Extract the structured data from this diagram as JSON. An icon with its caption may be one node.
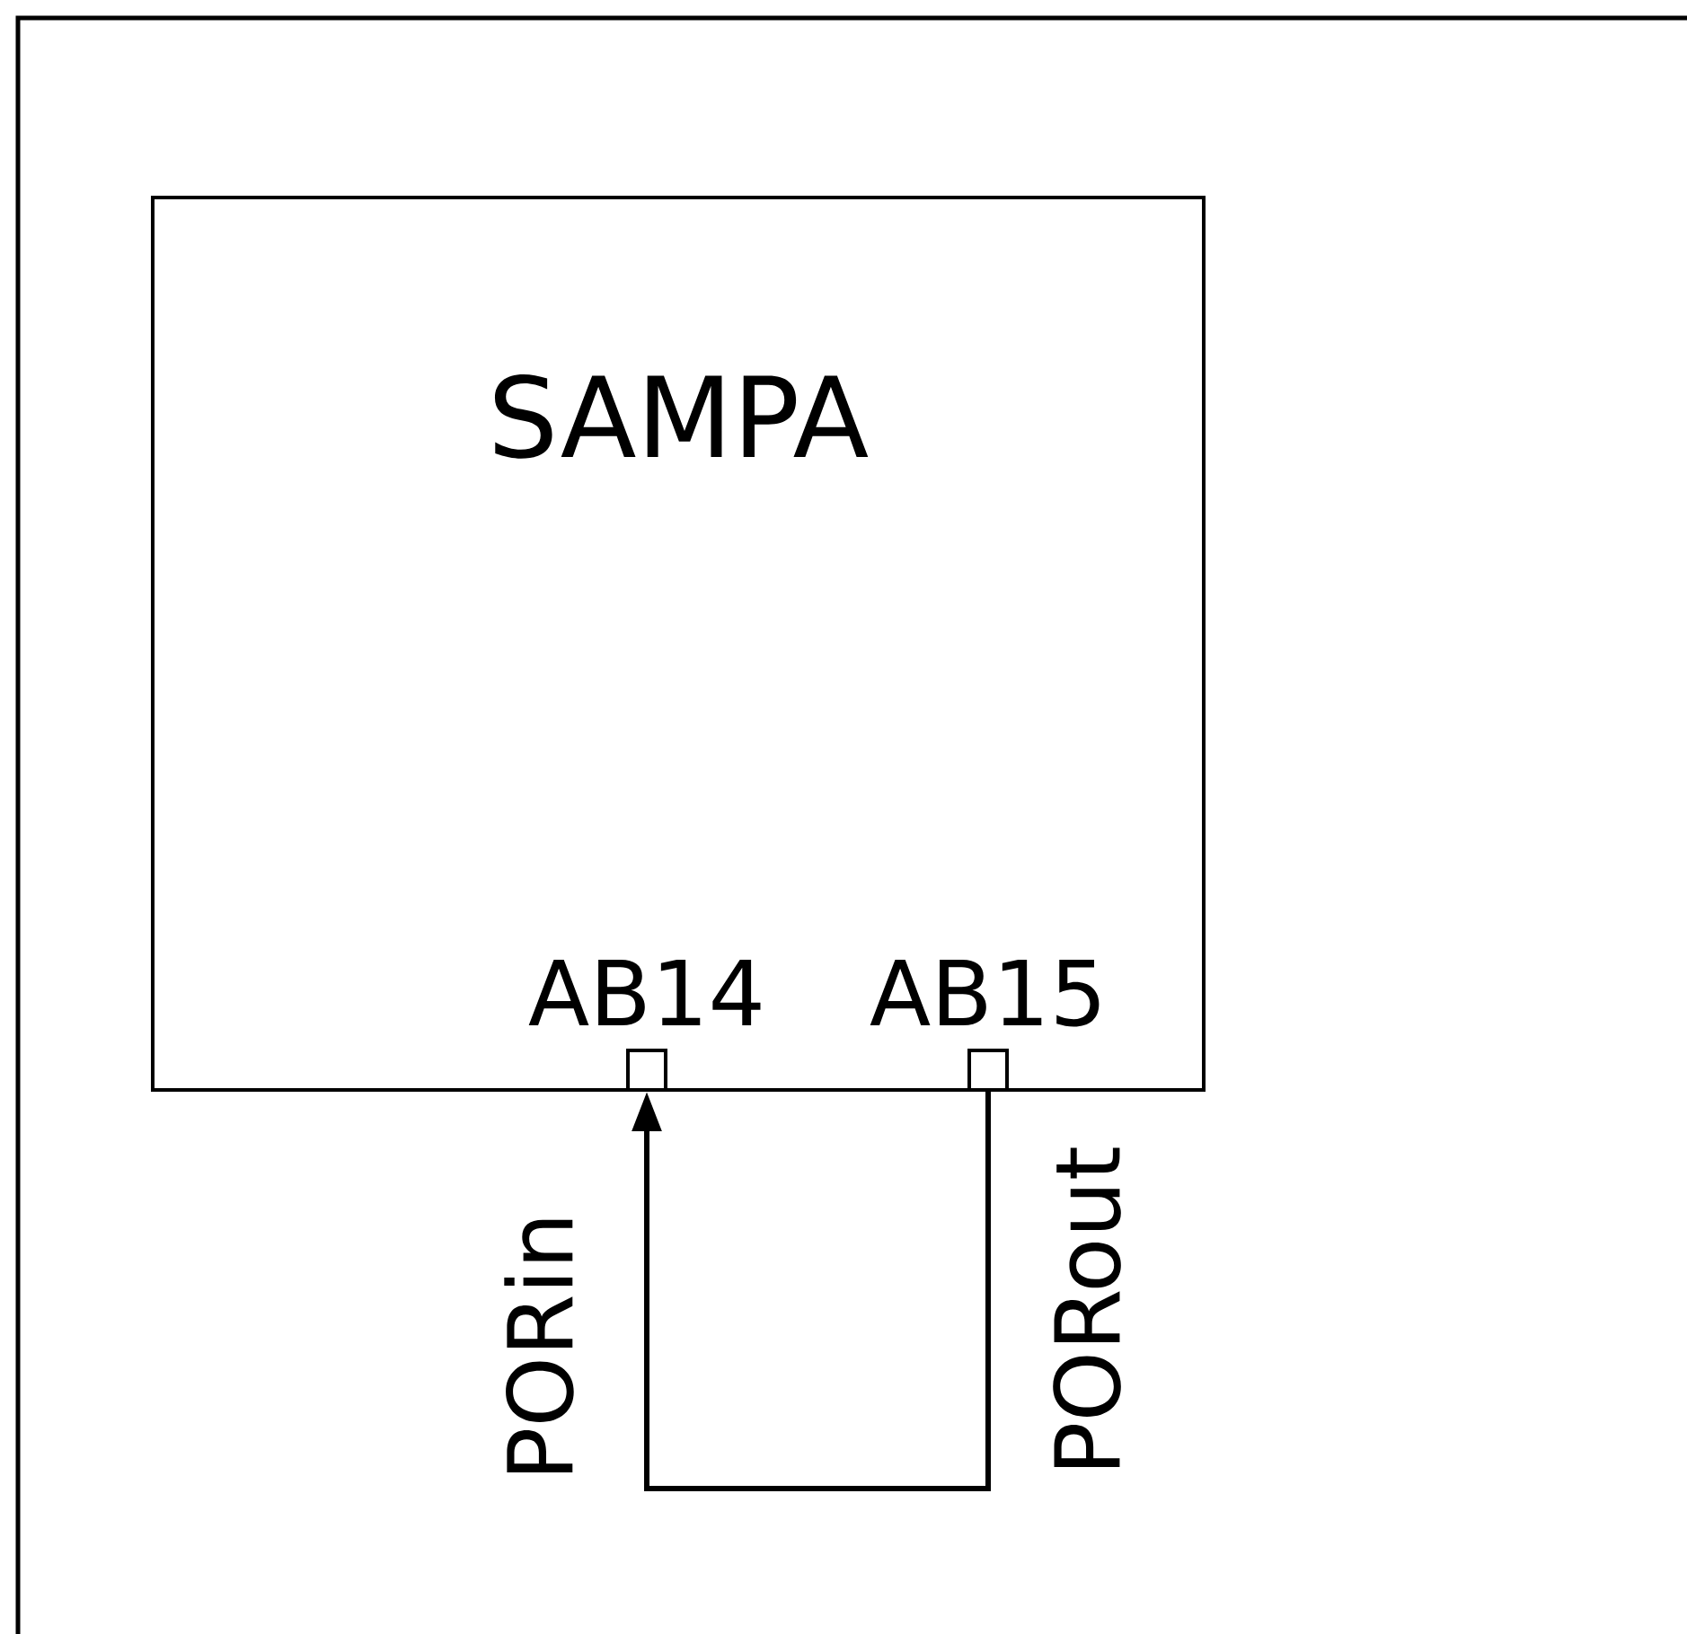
{
  "diagram": {
    "nodes": [
      {
        "text": [
          "SAMPA"
        ]
      },
      {
        "text": [],
        "shape": "box",
        "beside": [
          "AB14"
        ],
        "in": 0
      },
      {
        "text": [],
        "shape": "box",
        "beside": [
          "AB15"
        ],
        "in": 0
      }
    ],
    "edges": [
      {
        "from": 2,
        "to": 1,
        "arrow": "to"
      }
    ],
    "labels": [
      "PORin",
      "PORout"
    ]
  }
}
